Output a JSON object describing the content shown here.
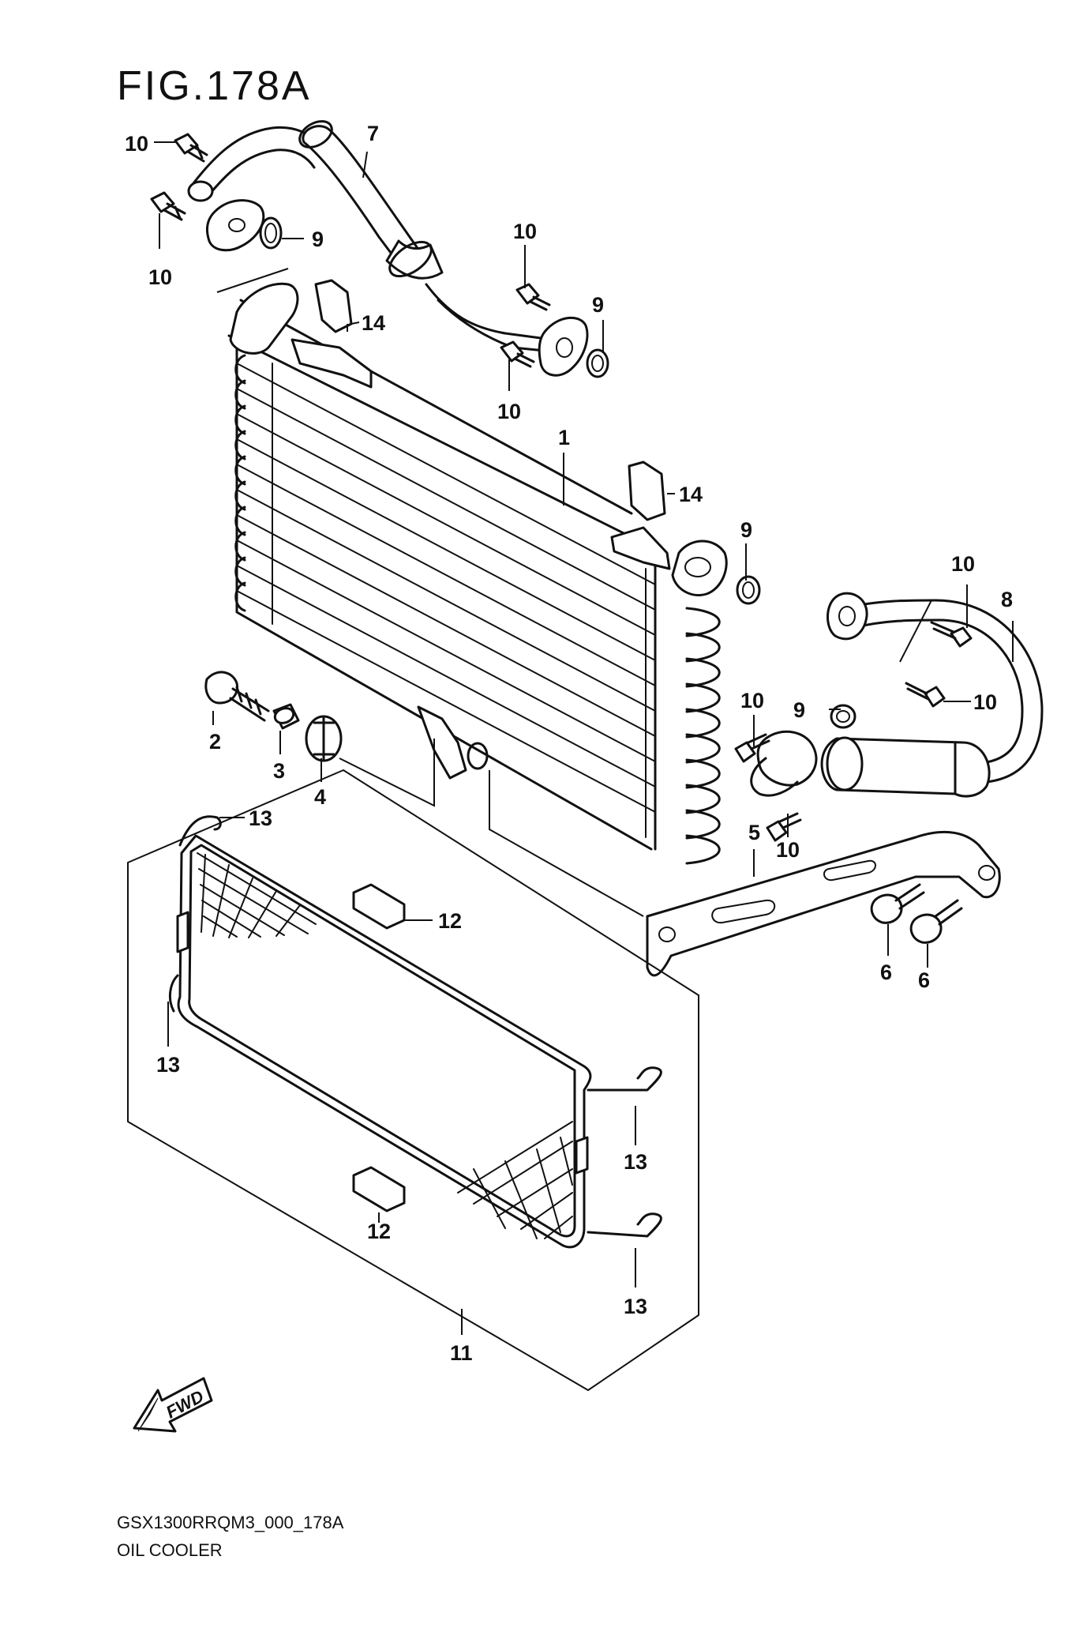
{
  "figure": {
    "title": "FIG.178A",
    "code": "GSX1300RRQM3_000_178A",
    "name": "OIL COOLER"
  },
  "fwd_label": "FWD",
  "callouts": [
    {
      "id": "c1",
      "label": "1"
    },
    {
      "id": "c2",
      "label": "2"
    },
    {
      "id": "c3",
      "label": "3"
    },
    {
      "id": "c4",
      "label": "4"
    },
    {
      "id": "c5",
      "label": "5"
    },
    {
      "id": "c6a",
      "label": "6"
    },
    {
      "id": "c6b",
      "label": "6"
    },
    {
      "id": "c7",
      "label": "7"
    },
    {
      "id": "c8",
      "label": "8"
    },
    {
      "id": "c9a",
      "label": "9"
    },
    {
      "id": "c9b",
      "label": "9"
    },
    {
      "id": "c9c",
      "label": "9"
    },
    {
      "id": "c9d",
      "label": "9"
    },
    {
      "id": "c10a",
      "label": "10"
    },
    {
      "id": "c10b",
      "label": "10"
    },
    {
      "id": "c10c",
      "label": "10"
    },
    {
      "id": "c10d",
      "label": "10"
    },
    {
      "id": "c10e",
      "label": "10"
    },
    {
      "id": "c10f",
      "label": "10"
    },
    {
      "id": "c10g",
      "label": "10"
    },
    {
      "id": "c10h",
      "label": "10"
    },
    {
      "id": "c11",
      "label": "11"
    },
    {
      "id": "c12a",
      "label": "12"
    },
    {
      "id": "c12b",
      "label": "12"
    },
    {
      "id": "c13a",
      "label": "13"
    },
    {
      "id": "c13b",
      "label": "13"
    },
    {
      "id": "c13c",
      "label": "13"
    },
    {
      "id": "c13d",
      "label": "13"
    },
    {
      "id": "c14a",
      "label": "14"
    },
    {
      "id": "c14b",
      "label": "14"
    }
  ]
}
